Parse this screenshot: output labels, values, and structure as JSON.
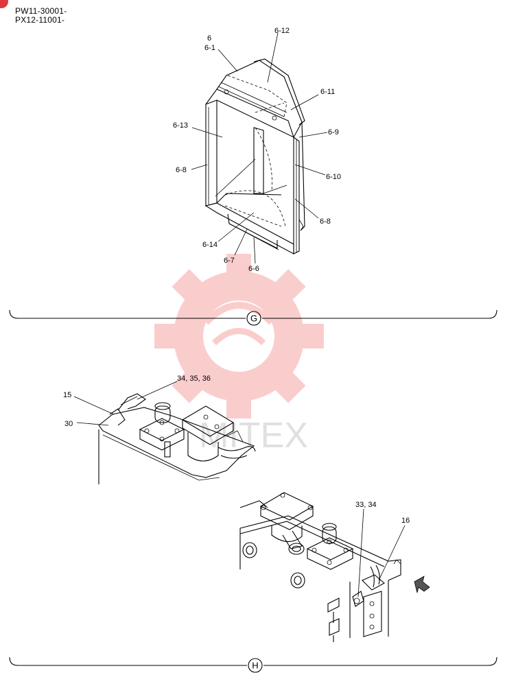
{
  "header": {
    "serial_1": "PW11-30001-",
    "serial_2": "PX12-11001-"
  },
  "section_g": {
    "marker": "G",
    "labels": {
      "l_6": "6",
      "l_6_1": "6-1",
      "l_6_12": "6-12",
      "l_6_11": "6-11",
      "l_6_9": "6-9",
      "l_6_13": "6-13",
      "l_6_10": "6-10",
      "l_6_8a": "6-8",
      "l_6_8b": "6-8",
      "l_6_14": "6-14",
      "l_6_7": "6-7",
      "l_6_6": "6-6"
    }
  },
  "section_h": {
    "marker": "H",
    "labels": {
      "l_15": "15",
      "l_30": "30",
      "l_34_35_36": "34, 35, 36",
      "l_33_34": "33, 34",
      "l_16": "16"
    }
  },
  "watermark": {
    "text": "MITEX",
    "color": "#f04545"
  }
}
